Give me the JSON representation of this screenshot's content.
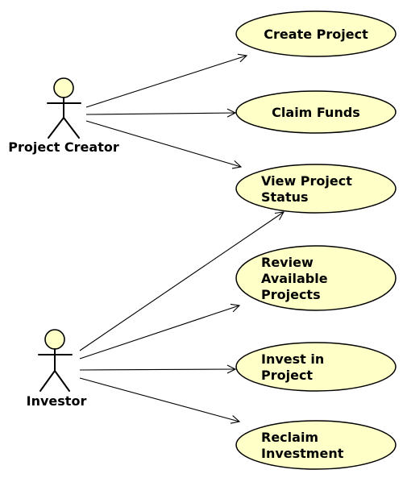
{
  "diagram": {
    "colors": {
      "usecase_fill": "#ffffc8",
      "actor_fill": "#ffffc8",
      "stroke": "#000000",
      "text": "#000000"
    },
    "actors": {
      "creator": {
        "name": "Project Creator"
      },
      "investor": {
        "name": "Investor"
      }
    },
    "usecases": {
      "create_project": {
        "lines": [
          "Create Project"
        ]
      },
      "claim_funds": {
        "lines": [
          "Claim Funds"
        ]
      },
      "view_status": {
        "lines": [
          "View Project",
          "Status"
        ]
      },
      "review_projects": {
        "lines": [
          "Review",
          "Available",
          "Projects"
        ]
      },
      "invest": {
        "lines": [
          "Invest in",
          "Project"
        ]
      },
      "reclaim": {
        "lines": [
          "Reclaim",
          "Investment"
        ]
      }
    },
    "associations": [
      {
        "from": "creator",
        "to": "create_project"
      },
      {
        "from": "creator",
        "to": "claim_funds"
      },
      {
        "from": "creator",
        "to": "view_status"
      },
      {
        "from": "investor",
        "to": "view_status"
      },
      {
        "from": "investor",
        "to": "review_projects"
      },
      {
        "from": "investor",
        "to": "invest"
      },
      {
        "from": "investor",
        "to": "reclaim"
      }
    ]
  }
}
